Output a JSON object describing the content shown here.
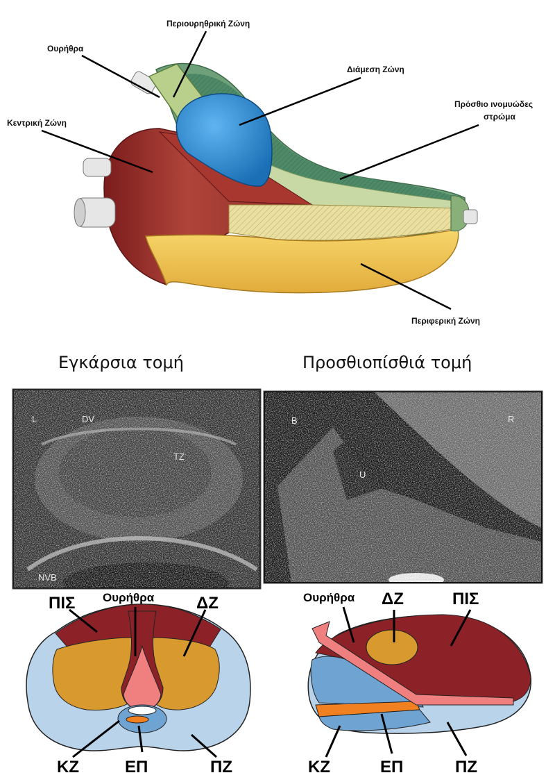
{
  "top_labels": {
    "periurethral": "Περιουρηθρική Ζώνη",
    "urethra": "Ουρήθρα",
    "transition": "Διάμεση Ζώνη",
    "anterior_stroma_line1": "Πρόσθιο ινομυώδες",
    "anterior_stroma_line2": "στρώμα",
    "central": "Κεντρική Ζώνη",
    "peripheral": "Περιφερική Ζώνη"
  },
  "headings": {
    "transverse": "Εγκάρσια τομή",
    "sagittal": "Προσθιοπίσθιά τομή"
  },
  "ultrasound_left": {
    "l": "L",
    "dv": "DV",
    "tz": "TZ",
    "nvb": "NVB"
  },
  "ultrasound_right": {
    "b": "B",
    "u": "U",
    "r": "R"
  },
  "bottom_left": {
    "pis": "ΠΙΣ",
    "urethra": "Ουρήθρα",
    "dz": "ΔΖ",
    "kz": "ΚΖ",
    "ep": "ΕΠ",
    "pz": "ΠΖ"
  },
  "bottom_right": {
    "urethra": "Ουρήθρα",
    "dz": "ΔΖ",
    "pis": "ΠΙΣ",
    "kz": "ΚΖ",
    "ep": "ΕΠ",
    "pz": "ΠΖ"
  },
  "colors": {
    "dark_red": "#8c2228",
    "orange": "#d89a2e",
    "light_blue": "#b9d3ea",
    "mid_blue": "#6fa3d2",
    "pink": "#f08080",
    "green": "#8ab07a",
    "yellow": "#f2c95a",
    "blue_tz": "#2a8ad0"
  }
}
